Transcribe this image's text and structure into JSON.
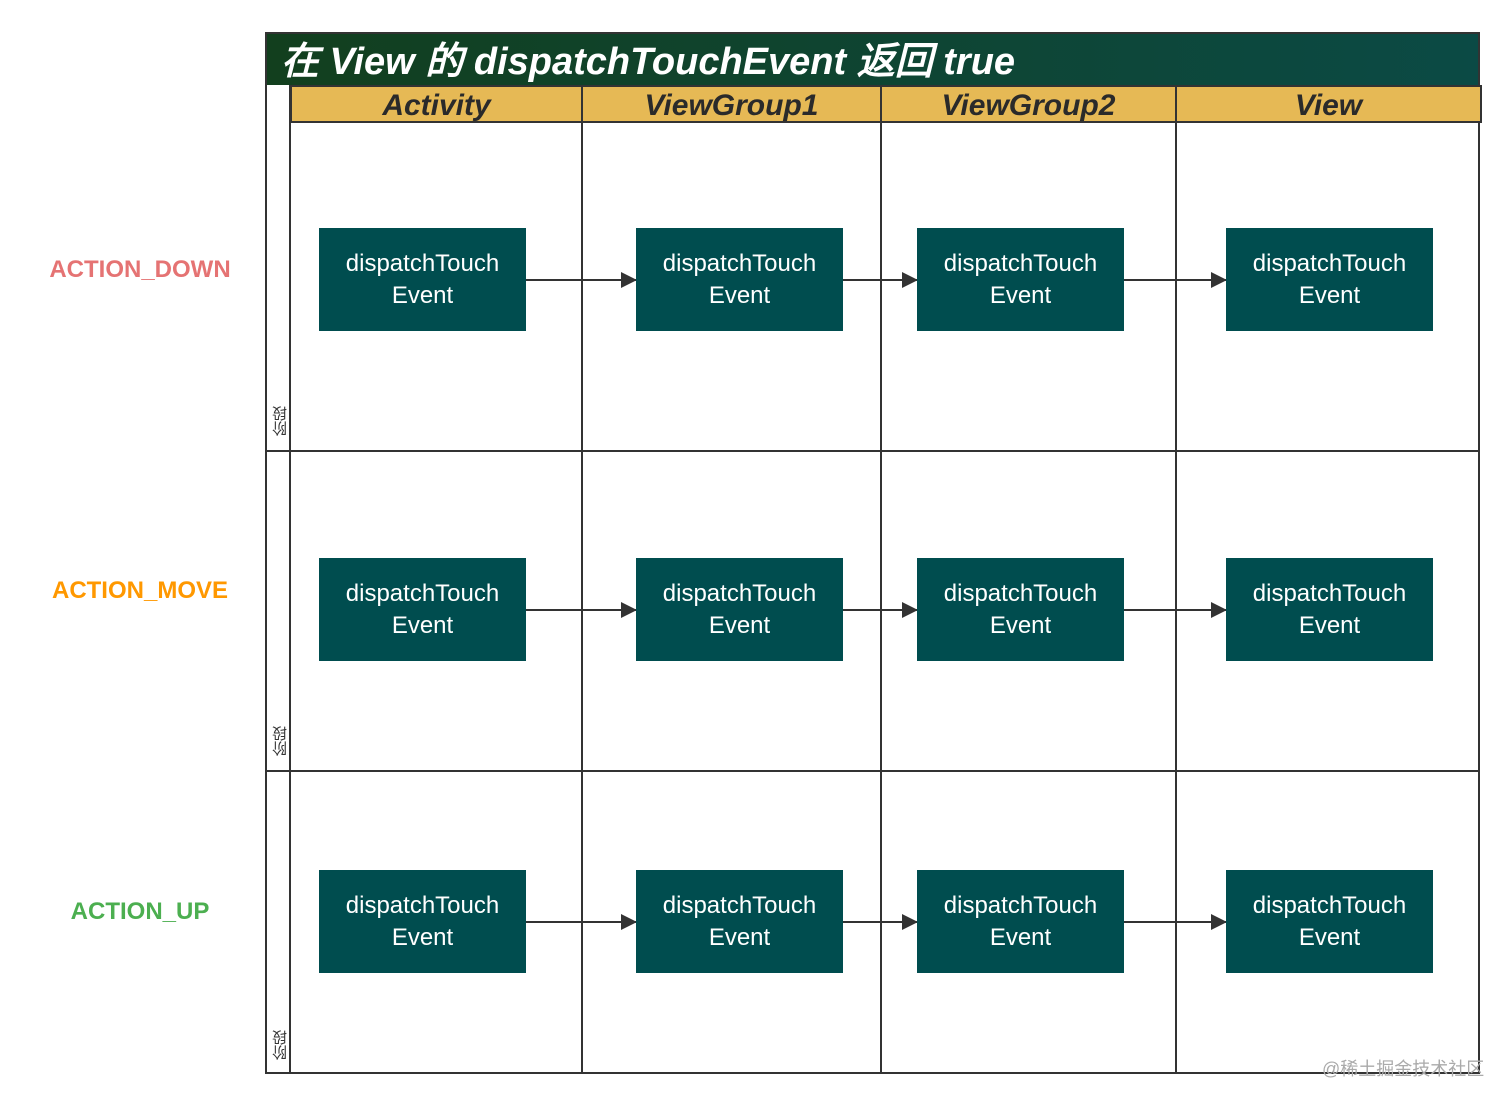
{
  "title": "在 View 的 dispatchTouchEvent 返回 true",
  "columns": [
    "Activity",
    "ViewGroup1",
    "ViewGroup2",
    "View"
  ],
  "rows": [
    {
      "label": "ACTION_DOWN",
      "color": "#e57373",
      "stage": "阶段"
    },
    {
      "label": "ACTION_MOVE",
      "color": "#ff9800",
      "stage": "阶段"
    },
    {
      "label": "ACTION_UP",
      "color": "#4caf50",
      "stage": "阶段"
    }
  ],
  "box": {
    "line1": "dispatchTouch",
    "line2": "Event"
  },
  "colors": {
    "box": "#004d4f",
    "header": "#e6b955"
  },
  "watermark": "@稀土掘金技术社区"
}
